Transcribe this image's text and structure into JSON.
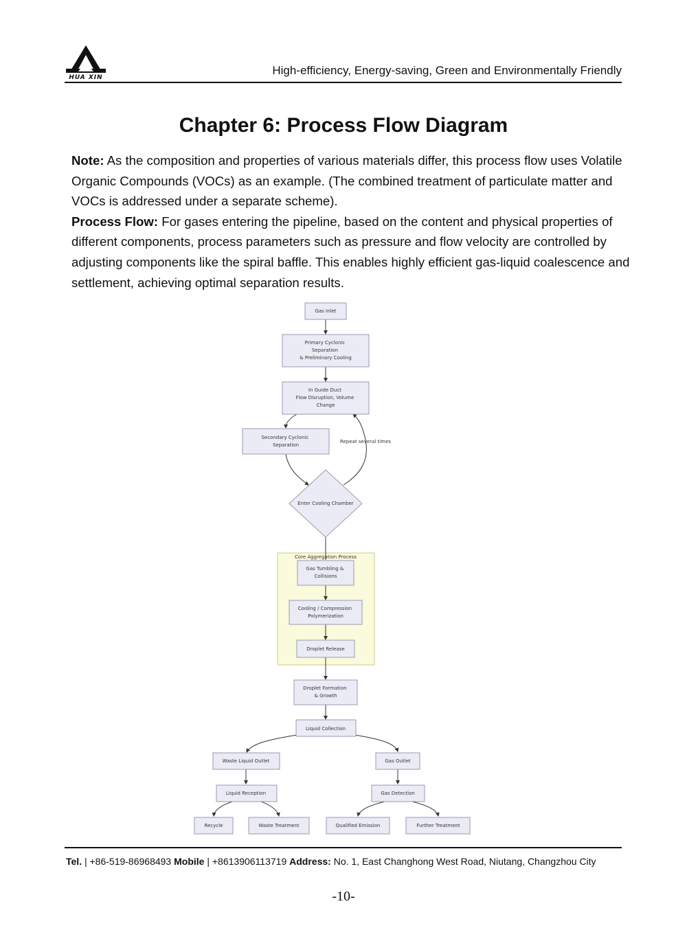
{
  "header": {
    "logo_text": "HUA XIN",
    "tagline": "High-efficiency, Energy-saving, Green and Environmentally Friendly"
  },
  "title": "Chapter 6: Process Flow Diagram",
  "note": {
    "label": "Note:",
    "text": " As the composition and properties of various materials differ, this process flow uses Volatile Organic Compounds (VOCs) as an example. (The combined treatment of particulate matter and VOCs is addressed under a separate scheme)."
  },
  "process_flow": {
    "label": "Process Flow:",
    "text": " For gases entering the pipeline, based on the content and physical properties of different components, process parameters such as pressure and flow velocity are controlled by adjusting components like the spiral baffle. This enables highly efficient gas-liquid coalescence and settlement, achieving optimal separation results."
  },
  "diagram": {
    "gas_inlet": [
      "Gas Inlet"
    ],
    "primary": [
      "Primary Cyclonic",
      "Separation",
      "& Preliminary Cooling"
    ],
    "guide_duct": [
      "In Guide Duct",
      "Flow Disruption, Volume",
      "Change"
    ],
    "secondary": [
      "Secondary Cyclonic",
      "Separation"
    ],
    "repeat_label": "Repeat several times",
    "cooling_chamber": [
      "Enter Cooling Chamber"
    ],
    "cluster_title": "Core Aggregation Process",
    "tumbling": [
      "Gas Tumbling &",
      "Collisions"
    ],
    "compression": [
      "Cooling / Compression",
      "Polymerization"
    ],
    "droplet_release": [
      "Droplet Release"
    ],
    "droplet_formation": [
      "Droplet Formation",
      "& Growth"
    ],
    "liquid_collection": [
      "Liquid Collection"
    ],
    "waste_liquid_outlet": [
      "Waste Liquid Outlet"
    ],
    "gas_outlet": [
      "Gas Outlet"
    ],
    "liquid_reception": [
      "Liquid Reception"
    ],
    "gas_detection": [
      "Gas Detection"
    ],
    "recycle": [
      "Recycle"
    ],
    "waste_treatment": [
      "Waste Treatment"
    ],
    "qualified_emission": [
      "Qualified Emission"
    ],
    "further_treatment": [
      "Further Treatment"
    ]
  },
  "footer": {
    "tel_label": "Tel.",
    "tel": " | +86-519-86968493 ",
    "mobile_label": "Mobile",
    "mobile": " | +8613906113719 ",
    "address_label": "Address:",
    "address": " No. 1, East Changhong West Road, Niutang, Changzhou City"
  },
  "page_number": "-10-"
}
